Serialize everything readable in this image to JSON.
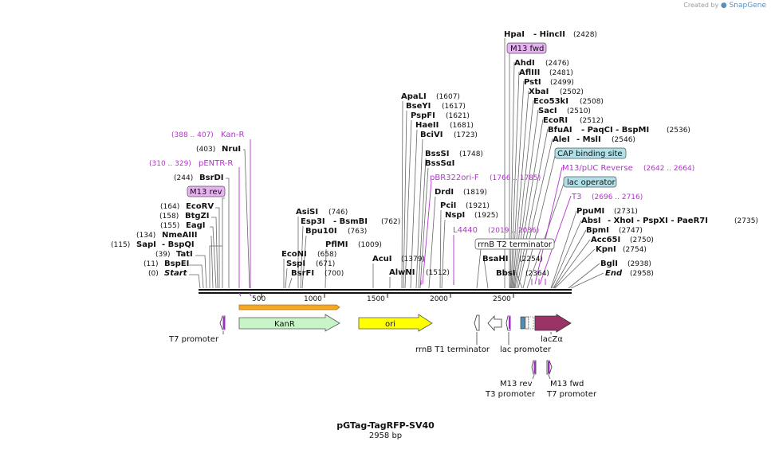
{
  "credit": {
    "created_by": "Created by",
    "brand": "SnapGene"
  },
  "plasmid": {
    "name": "pGTag-TagRFP-SV40",
    "length": "2958 bp"
  },
  "axis": {
    "length": 2958,
    "ticks": [
      "500",
      "1000",
      "1500",
      "2000",
      "2500"
    ]
  },
  "left_sites": [
    {
      "name": "HpaI",
      "extra": "- HincII",
      "pos": "(2428)"
    },
    {
      "name": "Kan-R",
      "range": "(388 .. 407)",
      "primer": true
    },
    {
      "name": "NruI",
      "pos": "(403)"
    },
    {
      "name": "pENTR-R",
      "range": "(310 .. 329)",
      "primer": true
    },
    {
      "name": "BsrDI",
      "pos": "(244)"
    },
    {
      "name": "M13 rev",
      "boxed": true
    },
    {
      "name": "EcoRV",
      "pos": "(164)"
    },
    {
      "name": "BtgZI",
      "pos": "(158)"
    },
    {
      "name": "EagI",
      "pos": "(155)"
    },
    {
      "name": "NmeAIII",
      "pos": "(134)"
    },
    {
      "name": "SapI",
      "extra": "- BspQI",
      "pos": "(115)"
    },
    {
      "name": "TatI",
      "pos": "(39)"
    },
    {
      "name": "BspEI",
      "pos": "(11)"
    },
    {
      "name": "Start",
      "pos": "(0)"
    }
  ],
  "mid_sites": [
    {
      "name": "AsiSI",
      "pos": "(746)"
    },
    {
      "name": "Esp3I",
      "extra": "- BsmBI",
      "pos": "(762)"
    },
    {
      "name": "Bpu10I",
      "pos": "(763)"
    },
    {
      "name": "PflMI",
      "pos": "(1009)"
    },
    {
      "name": "EcoNI",
      "pos": "(658)"
    },
    {
      "name": "SspI",
      "pos": "(671)"
    },
    {
      "name": "BsrFI",
      "pos": "(700)"
    },
    {
      "name": "AcuI",
      "pos": "(1379)"
    },
    {
      "name": "AlwNI",
      "pos": "(1512)"
    },
    {
      "name": "ApaLI",
      "pos": "(1607)"
    },
    {
      "name": "BseYI",
      "pos": "(1617)"
    },
    {
      "name": "PspFI",
      "pos": "(1621)"
    },
    {
      "name": "HaeII",
      "pos": "(1681)"
    },
    {
      "name": "BciVI",
      "pos": "(1723)"
    },
    {
      "name": "BssSI",
      "pos": "(1748)"
    },
    {
      "name": "BssSαI"
    },
    {
      "name": "pBR322ori-F",
      "range": "(1766 .. 1785)",
      "primer": true
    },
    {
      "name": "DrdI",
      "pos": "(1819)"
    },
    {
      "name": "PciI",
      "pos": "(1921)"
    },
    {
      "name": "NspI",
      "pos": "(1925)"
    },
    {
      "name": "L4440",
      "range": "(2019 .. 2036)",
      "primer": true
    }
  ],
  "right_sites": [
    {
      "name": "M13 fwd",
      "boxed": true
    },
    {
      "name": "AhdI",
      "pos": "(2476)"
    },
    {
      "name": "AflIII",
      "pos": "(2481)"
    },
    {
      "name": "PstI",
      "pos": "(2499)"
    },
    {
      "name": "XbaI",
      "pos": "(2502)"
    },
    {
      "name": "Eco53kI",
      "pos": "(2508)"
    },
    {
      "name": "SacI",
      "pos": "(2510)"
    },
    {
      "name": "EcoRI",
      "pos": "(2512)"
    },
    {
      "name": "BfuAI",
      "extra": "- PaqCI - BspMI",
      "pos": "(2536)"
    },
    {
      "name": "AleI",
      "extra": "- MslI",
      "pos": "(2546)"
    },
    {
      "name": "CAP binding site",
      "boxed": true
    },
    {
      "name": "M13/pUC Reverse",
      "range": "(2642 .. 2664)",
      "primer": true
    },
    {
      "name": "lac operator",
      "boxed": true
    },
    {
      "name": "T3",
      "range": "(2696 .. 2716)",
      "primer": true
    },
    {
      "name": "PpuMI",
      "pos": "(2731)"
    },
    {
      "name": "AbsI",
      "extra": "- XhoI - PspXI - PaeR7I",
      "pos": "(2735)"
    },
    {
      "name": "BpmI",
      "pos": "(2747)"
    },
    {
      "name": "Acc65I",
      "pos": "(2750)"
    },
    {
      "name": "KpnI",
      "pos": "(2754)"
    },
    {
      "name": "BglI",
      "pos": "(2938)"
    },
    {
      "name": "End",
      "pos": "(2958)"
    },
    {
      "name": "rrnB T2 terminator",
      "boxed": true
    },
    {
      "name": "BsaHI",
      "pos": "(2254)"
    },
    {
      "name": "BbsI",
      "pos": "(2364)"
    }
  ],
  "features": [
    {
      "name": "T7 promoter"
    },
    {
      "name": "KanR",
      "color": "#c8f5c8"
    },
    {
      "name": "ori",
      "color": "#ffff00"
    },
    {
      "name": "rrnB T1 terminator"
    },
    {
      "name": "lac promoter"
    },
    {
      "name": "lacZα",
      "color": "#993366"
    },
    {
      "name": "M13 rev"
    },
    {
      "name": "M13 fwd"
    },
    {
      "name": "T3 promoter"
    },
    {
      "name": "T7 promoter"
    }
  ],
  "colors": {
    "primer": "#b333cc",
    "kanr_orf": "#f5a623",
    "boxed_feature": "#b0e0e8",
    "boxed_primer": "#e6b3f0"
  }
}
